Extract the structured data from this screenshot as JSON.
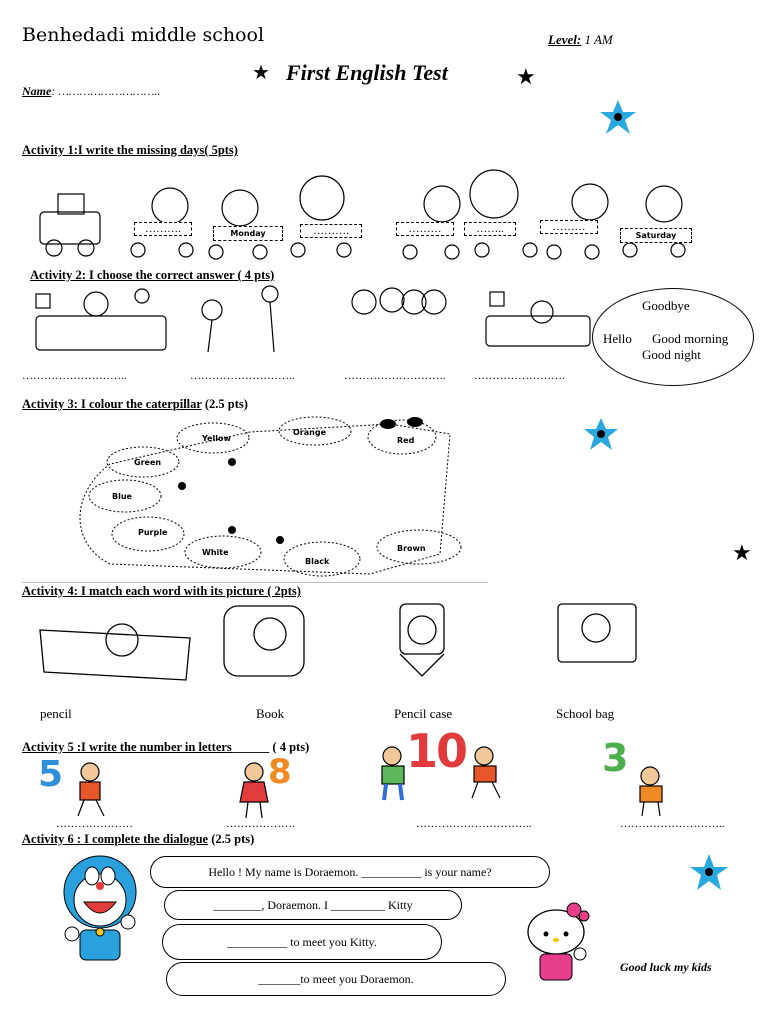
{
  "header": {
    "school": "Benhedadi middle school",
    "level_label": "Level:",
    "level_value": "1 AM",
    "title": "First English Test",
    "name_label": "Name",
    "name_colon": ":",
    "name_blank": "……………………….."
  },
  "activities": {
    "a1": {
      "title": "Activity 1:I write the missing days( 5pts)",
      "wagons": [
        "……….",
        "Monday",
        "……….",
        "………",
        "……..",
        "………",
        "Saturday"
      ]
    },
    "a2": {
      "title": "Activity 2: I choose the correct answer ( 4 pts)",
      "blanks": [
        "………………………..",
        "………………………..",
        "……………………….",
        "……………………."
      ],
      "options": [
        "Goodbye",
        "Hello",
        "Good morning",
        "Good night"
      ]
    },
    "a3": {
      "title": "Activity 3: I colour the caterpillar",
      "points": "(2.5 pts)",
      "colors": [
        "Yellow",
        "Orange",
        "Red",
        "Green",
        "Blue",
        "Purple",
        "White",
        "Black",
        "Brown"
      ]
    },
    "a4": {
      "title": "Activity 4: I match each word with its picture ( 2pts)",
      "words": [
        "pencil",
        "Book",
        "Pencil case",
        "School bag"
      ]
    },
    "a5": {
      "title": "Activity 5 :I write the number in letters",
      "points": "( 4 pts)",
      "numbers": [
        "5",
        "8",
        "10",
        "3"
      ],
      "blanks": [
        "…………………",
        "……………….",
        "…………………………..",
        "……………………….."
      ]
    },
    "a6": {
      "title": "Activity 6 : I complete the dialogue",
      "points": "(2.5 pts)",
      "lines": [
        "Hello ! My name is Doraemon. __________ is your name?",
        "________, Doraemon. I _________ Kitty",
        "__________ to meet you Kitty.",
        "_______to meet you  Doraemon."
      ]
    }
  },
  "footer": {
    "good_luck": "Good luck  my kids"
  }
}
